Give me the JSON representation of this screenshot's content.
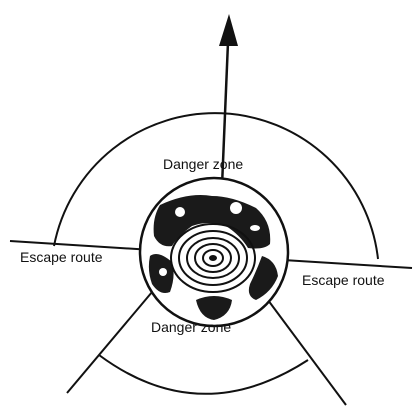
{
  "diagram": {
    "labels": {
      "danger_zone_top": "Danger zone",
      "escape_route_left": "Escape route",
      "escape_route_right": "Escape route",
      "danger_zone_bottom": "Danger zone"
    },
    "colors": {
      "ink": "#111111",
      "background": "#ffffff"
    },
    "icons": {
      "direction_arrow": "arrow-up-icon",
      "tree": "tree-cross-section-icon"
    }
  }
}
